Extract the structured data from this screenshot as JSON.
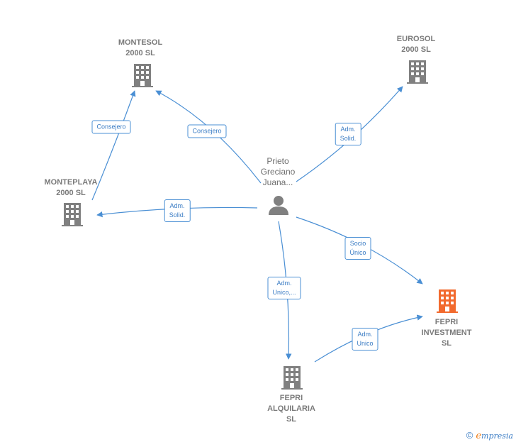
{
  "nodes": {
    "montesol": {
      "line1": "MONTESOL",
      "line2": "2000  SL"
    },
    "eurosol": {
      "line1": "EUROSOL",
      "line2": "2000  SL"
    },
    "monteplaya": {
      "line1": "MONTEPLAYA",
      "line2": "2000 SL"
    },
    "person": {
      "line1": "Prieto",
      "line2": "Greciano",
      "line3": "Juana..."
    },
    "fepri_investment": {
      "line1": "FEPRI",
      "line2": "INVESTMENT",
      "line3": "SL"
    },
    "fepri_alquilaria": {
      "line1": "FEPRI",
      "line2": "ALQUILARIA",
      "line3": "SL"
    }
  },
  "edges": {
    "monteplaya_montesol": {
      "line1": "Consejero"
    },
    "person_montesol": {
      "line1": "Consejero"
    },
    "person_eurosol": {
      "line1": "Adm.",
      "line2": "Solid."
    },
    "person_monteplaya": {
      "line1": "Adm.",
      "line2": "Solid."
    },
    "person_fepri_investment": {
      "line1": "Socio",
      "line2": "Único"
    },
    "person_fepri_alquilaria": {
      "line1": "Adm.",
      "line2": "Unico,..."
    },
    "alquilaria_investment": {
      "line1": "Adm.",
      "line2": "Unico"
    }
  },
  "colors": {
    "edge": "#4a8fd4",
    "company_icon": "#808080",
    "focus_icon": "#f26a2e",
    "person_icon": "#808080"
  },
  "icons": {
    "company": "building-icon",
    "person": "person-icon"
  },
  "footer": {
    "copyright": "©",
    "brand_e": "e",
    "brand_rest": "mpresia"
  }
}
